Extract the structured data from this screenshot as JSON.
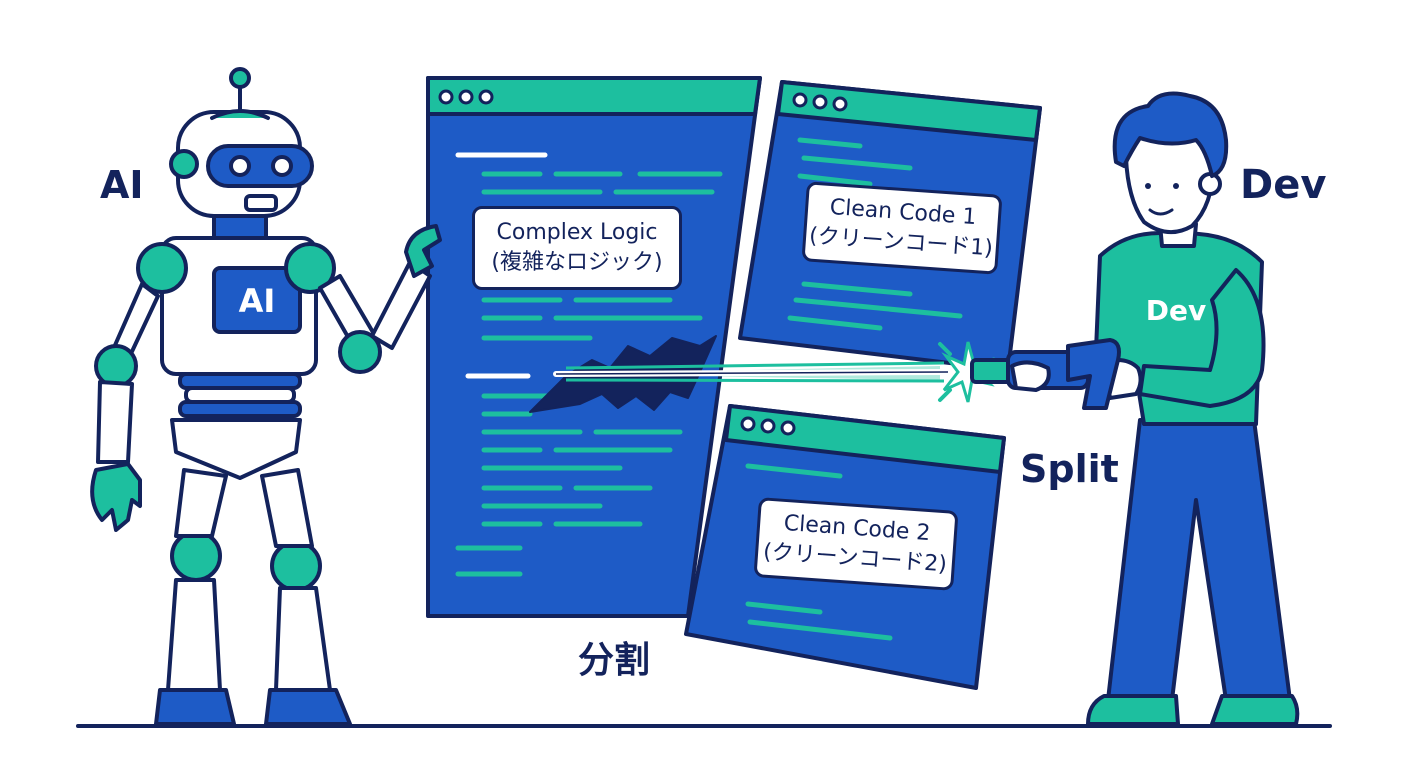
{
  "labels": {
    "ai": "AI",
    "dev": "Dev",
    "split": "Split",
    "split_ja": "分割"
  },
  "robot": {
    "chest_label": "AI"
  },
  "developer": {
    "shirt_label": "Dev"
  },
  "windows": {
    "complex": {
      "line1": "Complex Logic",
      "line2": "(複雑なロジック)"
    },
    "clean1": {
      "line1": "Clean Code 1",
      "line2": "(クリーンコード1)"
    },
    "clean2": {
      "line1": "Clean Code 2",
      "line2": "(クリーンコード2)"
    }
  },
  "colors": {
    "navy": "#13235c",
    "blue": "#1e5bc6",
    "teal": "#1dbf9f",
    "white": "#ffffff"
  },
  "icons": [
    "robot-figure",
    "developer-figure",
    "laser-gun-icon",
    "window-dots-icon",
    "laser-beam",
    "impact-spark-icon"
  ]
}
